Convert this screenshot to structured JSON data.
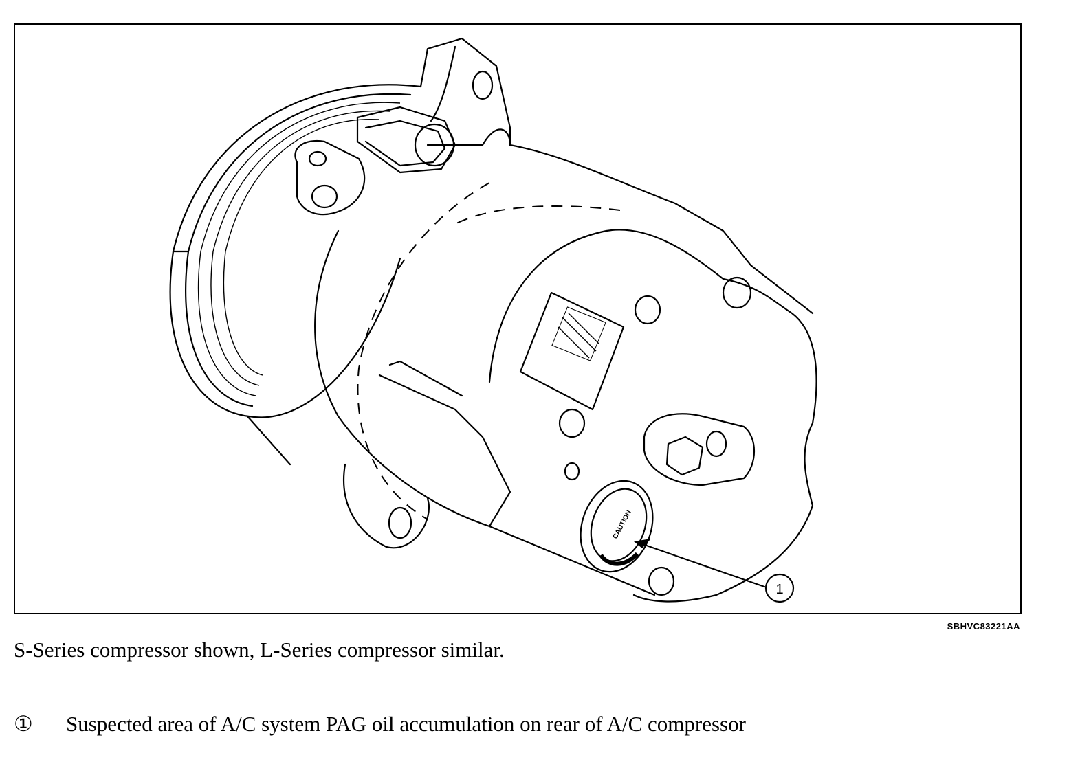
{
  "figure": {
    "id": "SBHVC83221AA",
    "callout_number": "1",
    "label_caution": "CAUTION"
  },
  "caption": "S-Series compressor shown, L-Series compressor similar.",
  "legend": {
    "number": "①",
    "text": "Suspected area of A/C system PAG oil accumulation on rear of A/C compressor"
  }
}
